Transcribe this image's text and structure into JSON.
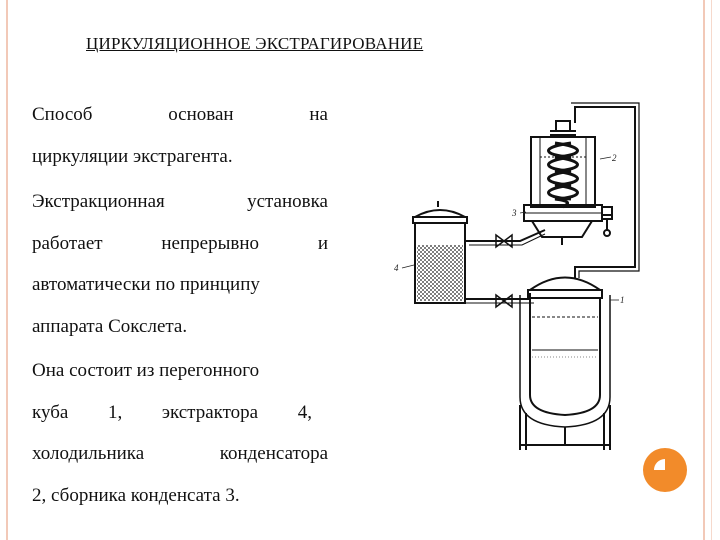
{
  "title": "ЦИРКУЛЯЦИОННОЕ ЭКСТРАГИРОВАНИЕ",
  "paragraphs": [
    {
      "lines": [
        [
          "Способ",
          "основан",
          "на"
        ],
        [
          "циркуляции экстрагента."
        ]
      ]
    },
    {
      "lines": [
        [
          "Экстракционная",
          "установка"
        ],
        [
          "работает",
          "непрерывно",
          "и"
        ],
        [
          "автоматически по принципу"
        ],
        [
          "аппарата Сокслета."
        ]
      ]
    },
    {
      "lines": [
        [
          "Она состоит из перегонного"
        ],
        [
          "куба",
          "1,",
          "экстрактора",
          "4,"
        ],
        [
          "холодильника",
          "конденсатора"
        ],
        [
          "2, сборника конденсата 3."
        ]
      ]
    }
  ],
  "diagram": {
    "labels": {
      "extractor": "4",
      "condenser": "2",
      "collector": "3",
      "still": "1"
    }
  },
  "colors": {
    "frame": "#f2c9b8",
    "accent_circle": "#f28b2a"
  }
}
